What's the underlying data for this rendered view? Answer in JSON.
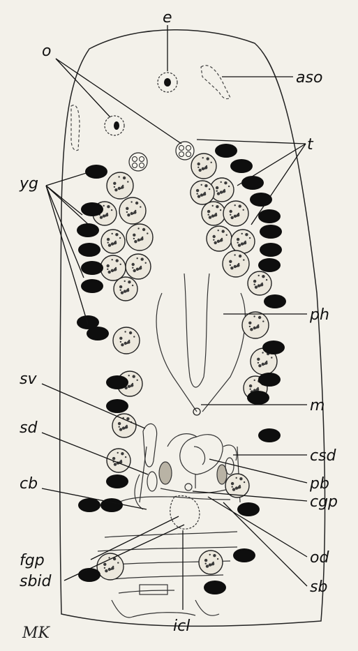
{
  "labels": {
    "o": "o",
    "e": "e",
    "aso": "aso",
    "t": "t",
    "yg": "yg",
    "ph": "ph",
    "sv": "sv",
    "sd": "sd",
    "m": "m",
    "cb": "cb",
    "csd": "csd",
    "pb": "pb",
    "cgp": "cgp",
    "fgp": "fgp",
    "od": "od",
    "sbid": "sbid",
    "sb": "sb",
    "icl": "icl"
  },
  "signature": "MK"
}
